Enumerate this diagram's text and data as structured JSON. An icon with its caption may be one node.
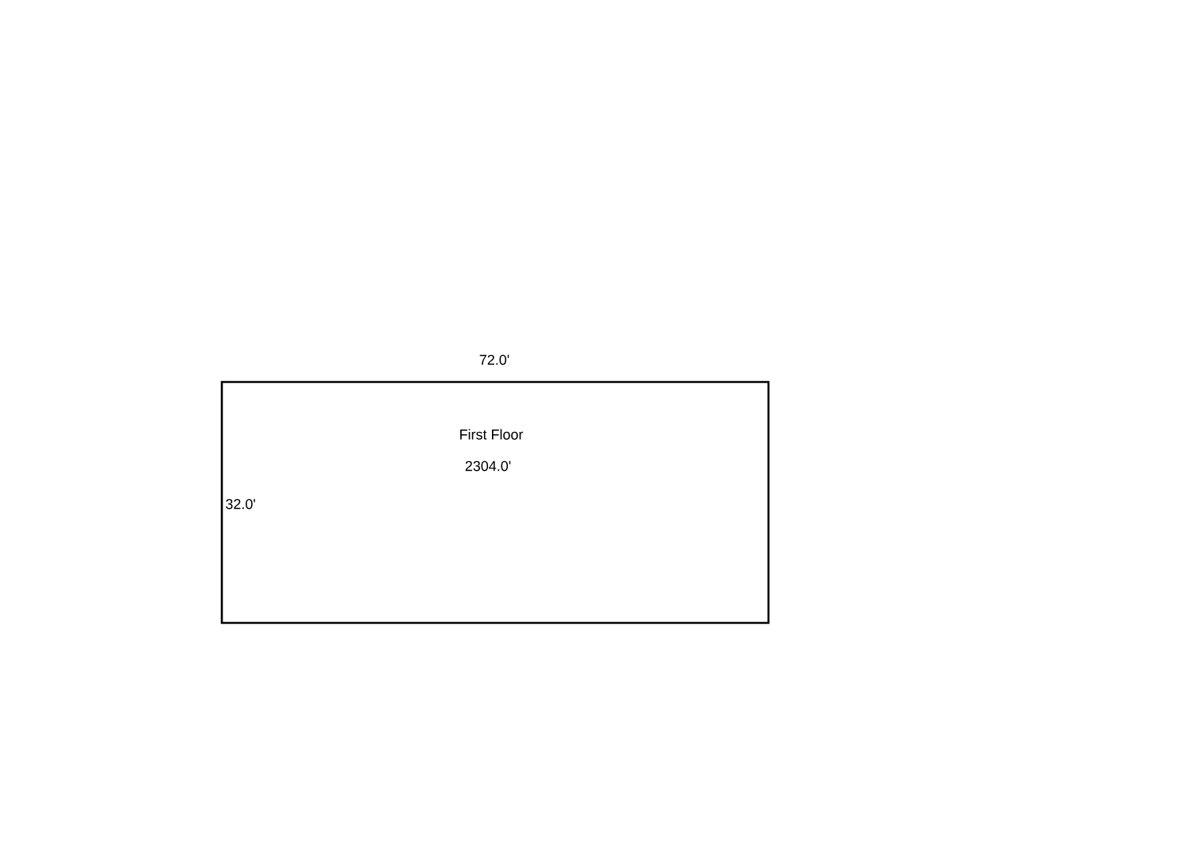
{
  "diagram": {
    "nodes": [
      {
        "text": [
          "First Floor",
          "2304.0'"
        ]
      }
    ],
    "labels": [
      "72.0'",
      "32.0'"
    ]
  }
}
